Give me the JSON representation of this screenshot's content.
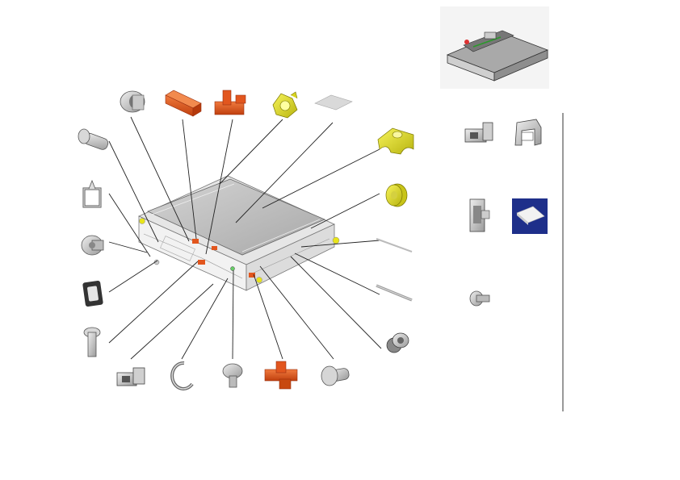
{
  "diagram": {
    "type": "exploded-parts-view",
    "labels": [],
    "colors": {
      "part_gray": "#c8c8c8",
      "part_dark": "#7a7a7a",
      "accent_orange": "#e2561e",
      "accent_yellow": "#e8e41a",
      "thumb_blue": "#1e2f8a",
      "tray_top": "#bdbdbd",
      "leader": "#222222"
    },
    "parts_left": [
      "pin-bolt",
      "clip-frame",
      "grommet-cap",
      "gasket-ring",
      "pin-short"
    ],
    "parts_top": [
      "bushing",
      "orange-bar",
      "orange-bracket",
      "yellow-gear",
      "gray-pad"
    ],
    "parts_right": [
      "yellow-saddle",
      "yellow-wheel",
      "rod-thin",
      "rod-long",
      "flange-bushing"
    ],
    "parts_bottom": [
      "bracket-clip",
      "e-ring",
      "mushroom-screw",
      "orange-latch",
      "round-head-pin"
    ],
    "reference_panel": [
      "clip-small",
      "clip-open",
      "clip-tall",
      "blue-pad-thumbnail",
      "screw-small"
    ]
  }
}
